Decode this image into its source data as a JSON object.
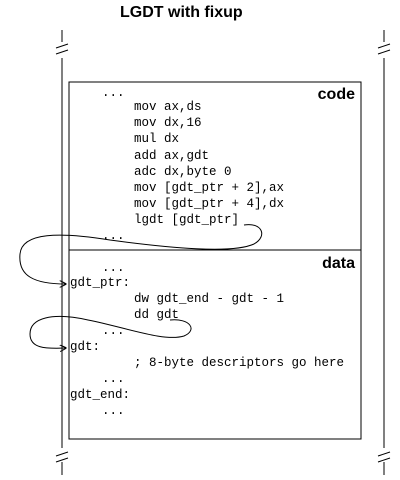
{
  "title": "LGDT with fixup",
  "sections": {
    "code_label": "code",
    "data_label": "data"
  },
  "code_lines": [
    "...",
    "mov ax,ds",
    "mov dx,16",
    "mul dx",
    "add ax,gdt",
    "adc dx,byte 0",
    "mov [gdt_ptr + 2],ax",
    "mov [gdt_ptr + 4],dx",
    "lgdt [gdt_ptr]",
    "..."
  ],
  "data_lines": [
    "...",
    "gdt_ptr:",
    "dw gdt_end - gdt - 1",
    "dd gdt",
    "...",
    "gdt:",
    "; 8-byte descriptors go here",
    "...",
    "gdt_end:",
    "..."
  ]
}
